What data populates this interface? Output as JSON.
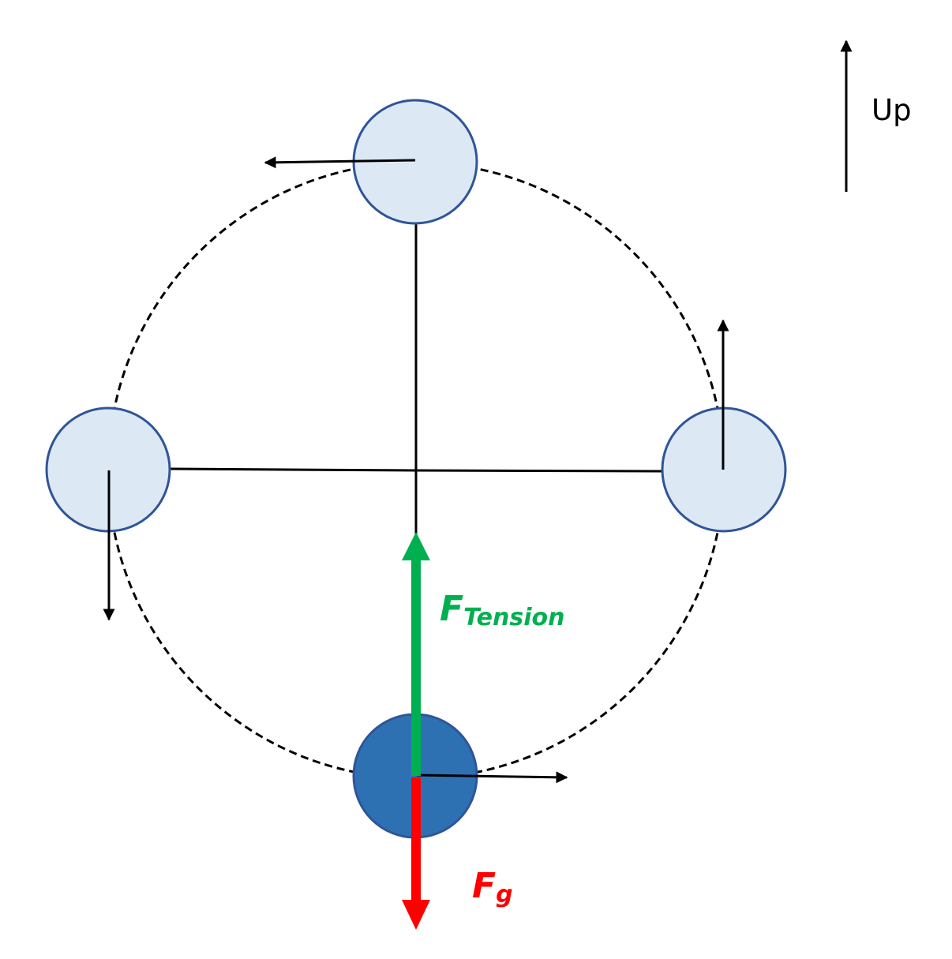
{
  "colors": {
    "path": "#000000",
    "ball_light_fill": "#dde8f5",
    "ball_dark_fill": "#2e71b3",
    "ball_stroke": "#2f5597",
    "tension": "#00b050",
    "gravity": "#ff0000",
    "arrow": "#000000"
  },
  "labels": {
    "up": "Up",
    "tension_main": "F",
    "tension_sub": "Tension",
    "gravity_main": "F",
    "gravity_sub": "g"
  },
  "balls": [
    {
      "position": "top",
      "velocity_direction": "left",
      "shade": "light"
    },
    {
      "position": "right",
      "velocity_direction": "up",
      "shade": "light"
    },
    {
      "position": "left",
      "velocity_direction": "down",
      "shade": "light"
    },
    {
      "position": "bottom",
      "velocity_direction": "right",
      "shade": "dark"
    }
  ],
  "forces": [
    {
      "name": "tension",
      "direction": "up"
    },
    {
      "name": "gravity",
      "direction": "down"
    }
  ]
}
